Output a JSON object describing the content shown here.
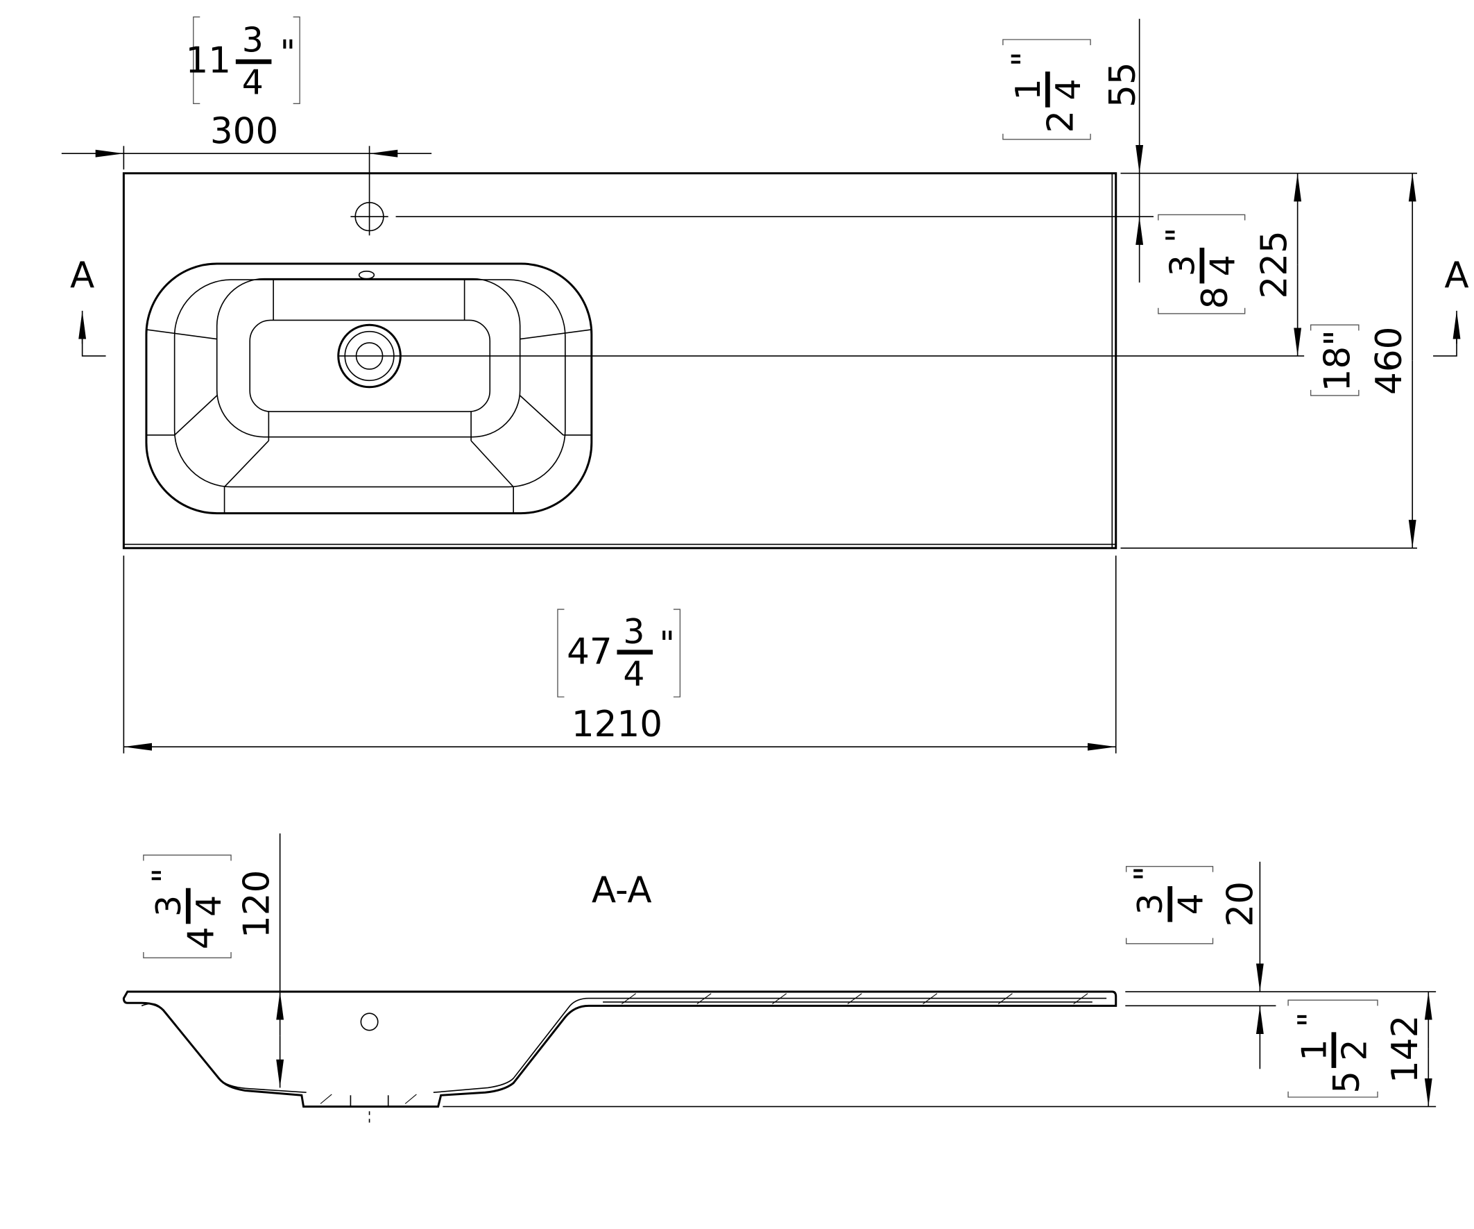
{
  "top_view": {
    "width_dim": {
      "mm": "1210",
      "inch_whole": "47",
      "inch_num": "3",
      "inch_den": "4",
      "inch_mark": "\""
    },
    "tap_offset_dim": {
      "mm": "300",
      "inch_whole": "11",
      "inch_num": "3",
      "inch_den": "4",
      "inch_mark": "\""
    },
    "tap_depth_dim": {
      "mm": "55",
      "inch_whole": "2",
      "inch_num": "1",
      "inch_den": "4",
      "inch_mark": "\""
    },
    "drain_depth_dim": {
      "mm": "225",
      "inch_whole": "8",
      "inch_num": "3",
      "inch_den": "4",
      "inch_mark": "\""
    },
    "depth_dim": {
      "mm": "460",
      "inch": "18\""
    },
    "section_marker_left": "A",
    "section_marker_right": "A"
  },
  "section_view": {
    "title": "A-A",
    "basin_depth_dim": {
      "mm": "120",
      "inch_whole": "4",
      "inch_num": "3",
      "inch_den": "4",
      "inch_mark": "\""
    },
    "thickness_dim": {
      "mm": "20",
      "inch_num": "3",
      "inch_den": "4",
      "inch_mark": "\""
    },
    "height_dim": {
      "mm": "142",
      "inch_whole": "5",
      "inch_num": "1",
      "inch_den": "2",
      "inch_mark": "\""
    }
  }
}
